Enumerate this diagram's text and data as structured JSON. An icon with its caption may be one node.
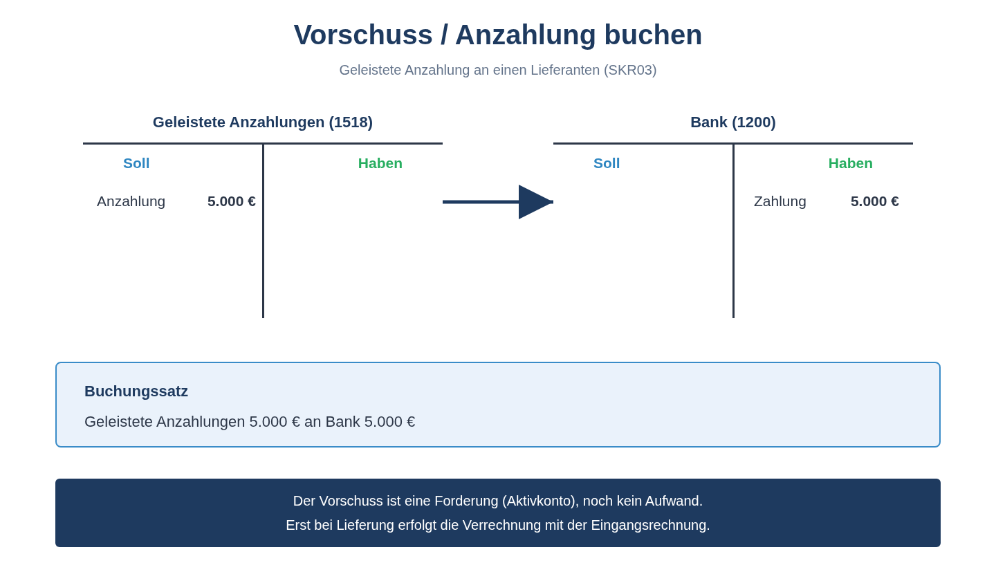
{
  "diagram": {
    "title": "Vorschuss / Anzahlung buchen",
    "nodes": [
      {
        "text": [
          "Geleistete Anzahlungen (1518)",
          "Soll",
          "Haben",
          "Anzahlung",
          "5.000 €"
        ]
      },
      {
        "text": [
          "Bank (1200)",
          "Soll",
          "Haben",
          "Zahlung",
          "5.000 €"
        ]
      },
      {
        "text": [
          "Buchungssatz",
          "Geleistete Anzahlungen 5.000 € an Bank 5.000 €"
        ]
      },
      {
        "text": [
          "Der Vorschuss ist eine Forderung (Aktivkonto), noch kein Aufwand.",
          "Erst bei Lieferung erfolgt die Verrechnung mit der Eingangsrechnung."
        ]
      }
    ],
    "edges": [
      {
        "from": 0,
        "to": 1,
        "arrow": "to"
      }
    ],
    "labels": [
      "Geleistete Anzahlung an einen Lieferanten (SKR03)"
    ]
  }
}
